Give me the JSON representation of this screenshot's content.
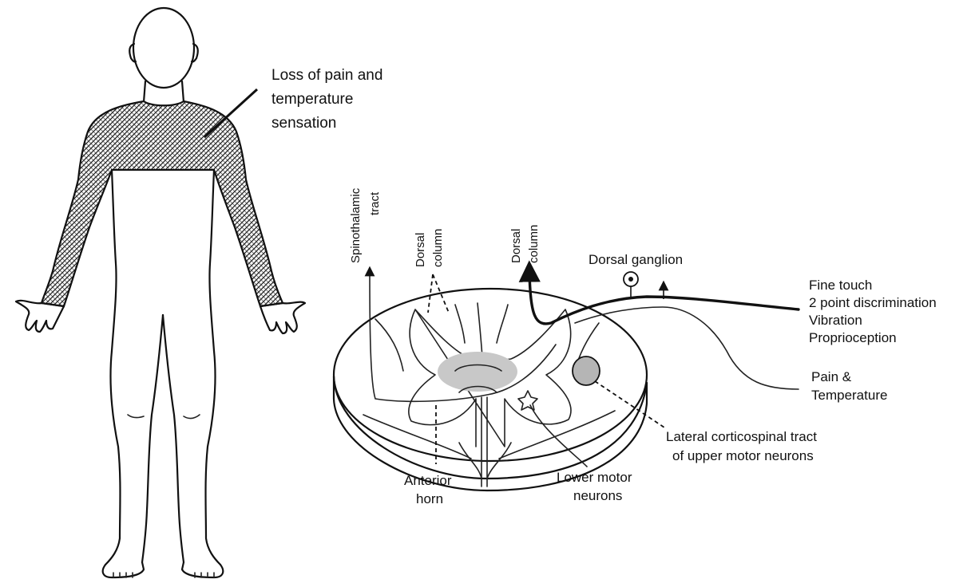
{
  "labels": {
    "loss": [
      "Loss of pain and",
      "temperature",
      "sensation"
    ],
    "spinothalamic": [
      "Spinothalamic",
      "tract"
    ],
    "dorsal_column_left": [
      "Dorsal",
      "column"
    ],
    "dorsal_column_right": [
      "Dorsal",
      "column"
    ],
    "dorsal_ganglion": "Dorsal ganglion",
    "sensations": [
      "Fine touch",
      "2 point discrimination",
      "Vibration",
      "Proprioception"
    ],
    "pain_temp": [
      "Pain &",
      "Temperature"
    ],
    "lateral_cst": [
      "Lateral corticospinal tract",
      "of upper motor neurons"
    ],
    "anterior_horn": [
      "Anterior",
      "horn"
    ],
    "lower_motor": [
      "Lower motor",
      "neurons"
    ]
  },
  "colors": {
    "ink": "#111111",
    "gray_matter_shade": "#c8c8c8",
    "tract_fill": "#b5b5b5"
  }
}
